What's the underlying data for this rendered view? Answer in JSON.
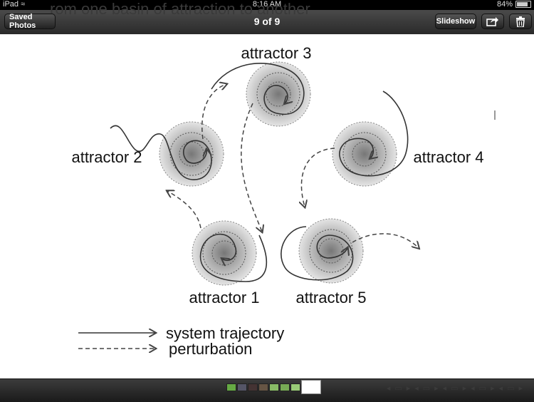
{
  "status": {
    "carrier": "iPad",
    "time": "8:16 AM",
    "battery": "84%",
    "battery_level": 0.84
  },
  "toolbar": {
    "back_label": "Saved Photos",
    "title": "9 of 9",
    "slideshow_label": "Slideshow",
    "background_text": "rom one basin of attraction to another"
  },
  "photo": {
    "labels": {
      "a1": "attractor 1",
      "a2": "attractor 2",
      "a3": "attractor 3",
      "a4": "attractor 4",
      "a5": "attractor 5"
    },
    "legend": {
      "solid": "system trajectory",
      "dashed": "perturbation"
    }
  },
  "icons": {
    "share": "share-icon",
    "trash": "trash-icon",
    "wifi": "wifi-icon"
  }
}
